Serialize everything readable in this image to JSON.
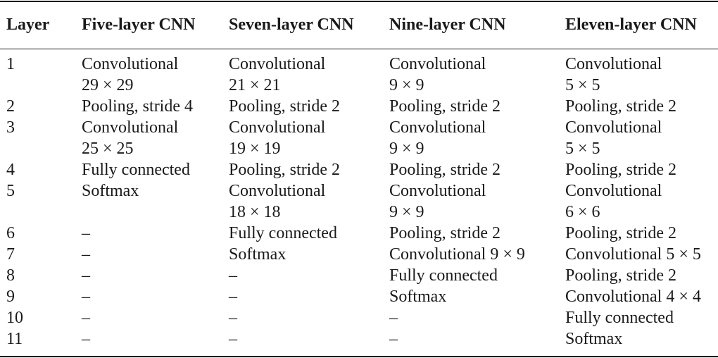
{
  "table": {
    "headers": [
      "Layer",
      "Five-layer CNN",
      "Seven-layer CNN",
      "Nine-layer CNN",
      "Eleven-layer CNN"
    ],
    "rows": [
      {
        "layer": "1",
        "cells": [
          [
            "Convolutional",
            "29 × 29"
          ],
          [
            "Convolutional",
            "21 × 21"
          ],
          [
            "Convolutional",
            "9 × 9"
          ],
          [
            "Convolutional",
            "5 × 5"
          ]
        ]
      },
      {
        "layer": "2",
        "cells": [
          [
            "Pooling, stride 4"
          ],
          [
            "Pooling, stride 2"
          ],
          [
            "Pooling, stride 2"
          ],
          [
            "Pooling, stride 2"
          ]
        ]
      },
      {
        "layer": "3",
        "cells": [
          [
            "Convolutional",
            "25 × 25"
          ],
          [
            "Convolutional",
            "19 × 19"
          ],
          [
            "Convolutional",
            "9 × 9"
          ],
          [
            "Convolutional",
            "5 × 5"
          ]
        ]
      },
      {
        "layer": "4",
        "cells": [
          [
            "Fully connected"
          ],
          [
            "Pooling, stride 2"
          ],
          [
            "Pooling, stride 2"
          ],
          [
            "Pooling, stride 2"
          ]
        ]
      },
      {
        "layer": "5",
        "cells": [
          [
            "Softmax"
          ],
          [
            "Convolutional",
            "18 × 18"
          ],
          [
            "Convolutional",
            "9 × 9"
          ],
          [
            "Convolutional",
            "6 × 6"
          ]
        ]
      },
      {
        "layer": "6",
        "cells": [
          [
            "–"
          ],
          [
            "Fully connected"
          ],
          [
            "Pooling, stride 2"
          ],
          [
            "Pooling, stride 2"
          ]
        ]
      },
      {
        "layer": "7",
        "cells": [
          [
            "–"
          ],
          [
            "Softmax"
          ],
          [
            "Convolutional 9 × 9"
          ],
          [
            "Convolutional 5 × 5"
          ]
        ]
      },
      {
        "layer": "8",
        "cells": [
          [
            "–"
          ],
          [
            "–"
          ],
          [
            "Fully connected"
          ],
          [
            "Pooling, stride 2"
          ]
        ]
      },
      {
        "layer": "9",
        "cells": [
          [
            "–"
          ],
          [
            "–"
          ],
          [
            "Softmax"
          ],
          [
            "Convolutional 4 × 4"
          ]
        ]
      },
      {
        "layer": "10",
        "cells": [
          [
            "–"
          ],
          [
            "–"
          ],
          [
            "–"
          ],
          [
            "Fully connected"
          ]
        ]
      },
      {
        "layer": "11",
        "cells": [
          [
            "–"
          ],
          [
            "–"
          ],
          [
            "–"
          ],
          [
            "Softmax"
          ]
        ]
      }
    ]
  },
  "colors": {
    "text": "#1a1a1a",
    "rule": "#1a1a1a",
    "background": "#ffffff"
  }
}
